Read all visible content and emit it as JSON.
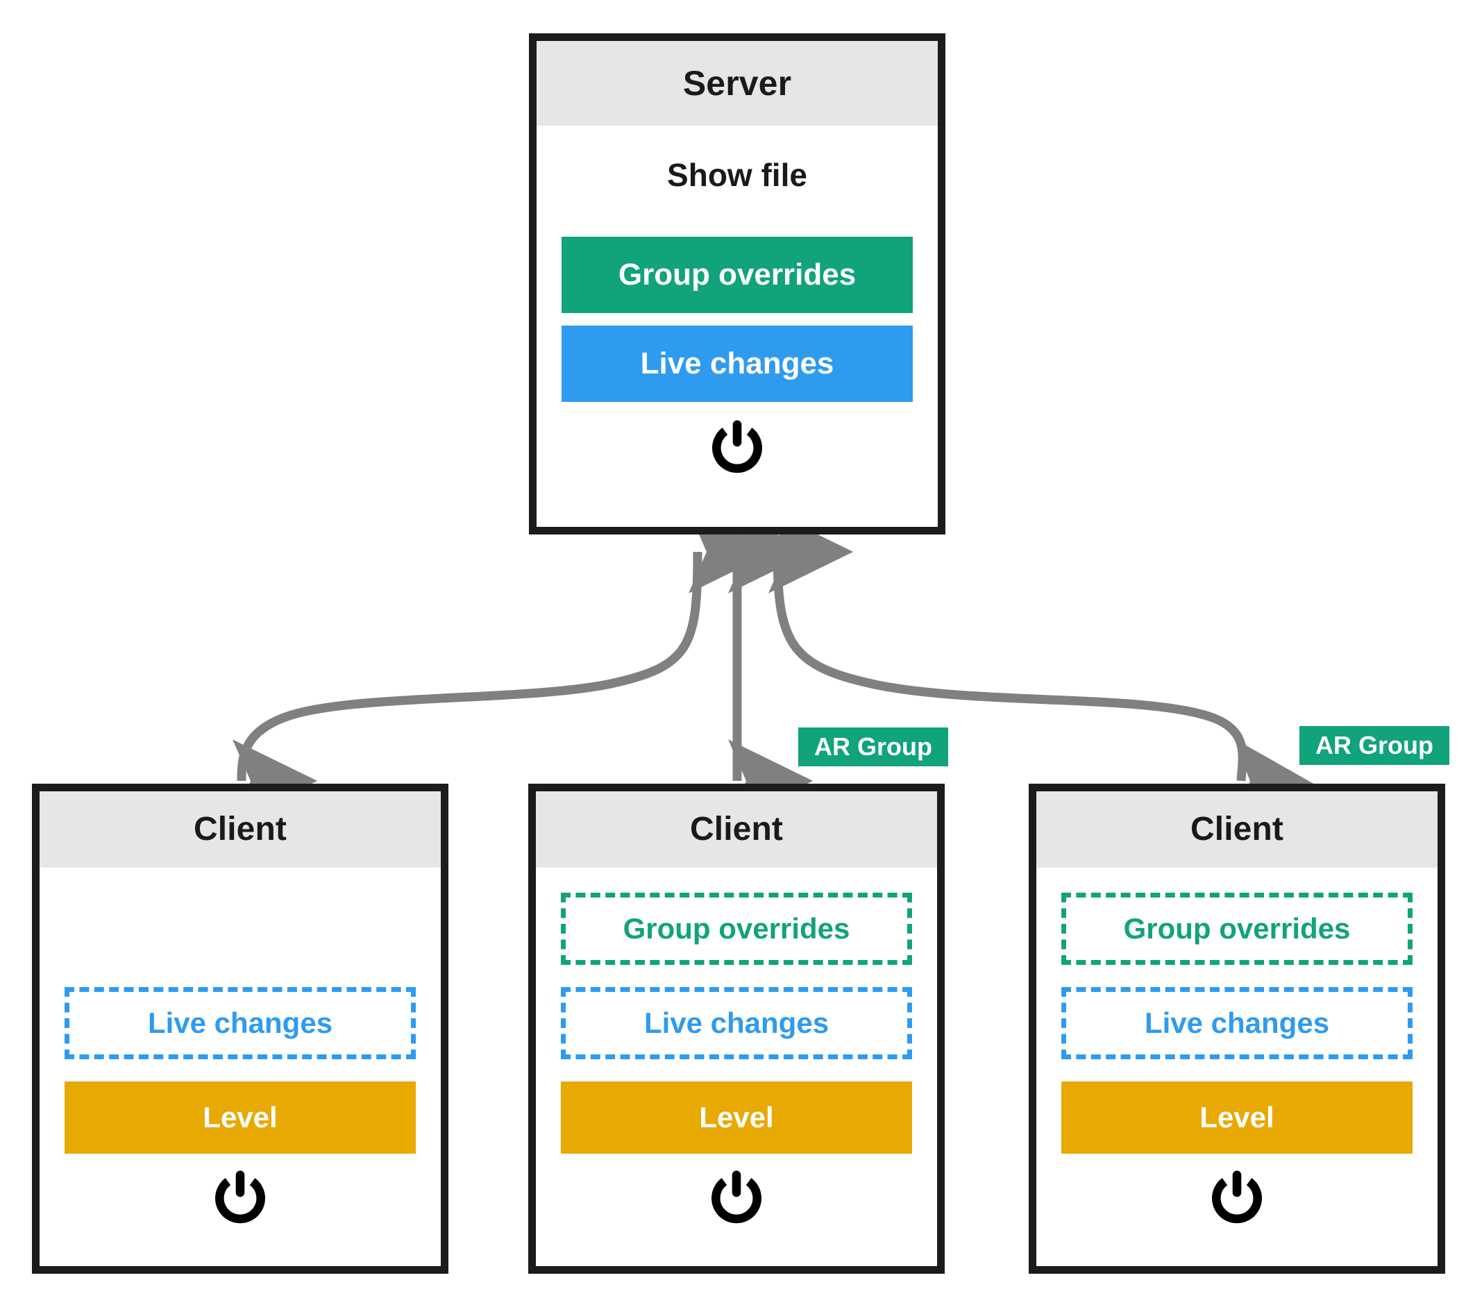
{
  "diagram": {
    "title": "Server-Client configuration layering diagram",
    "colors": {
      "green": "#11a37b",
      "blue": "#2e9bef",
      "orange": "#e8a902",
      "header_gray": "#e6e6e6",
      "border_black": "#1c1c1c",
      "edge_gray": "#808080"
    }
  },
  "server": {
    "header": "Server",
    "label": "Show file",
    "bars": [
      {
        "label": "Group overrides",
        "style": "solid-green"
      },
      {
        "label": "Live changes",
        "style": "solid-blue"
      }
    ],
    "power_icon": "power-icon"
  },
  "clients": [
    {
      "header": "Client",
      "bars": [
        {
          "label": "Live changes",
          "style": "dashed-blue"
        },
        {
          "label": "Level",
          "style": "solid-orange"
        }
      ],
      "power_icon": "power-icon",
      "badge": null
    },
    {
      "header": "Client",
      "bars": [
        {
          "label": "Group overrides",
          "style": "dashed-green"
        },
        {
          "label": "Live changes",
          "style": "dashed-blue"
        },
        {
          "label": "Level",
          "style": "solid-orange"
        }
      ],
      "power_icon": "power-icon",
      "badge": "AR Group"
    },
    {
      "header": "Client",
      "bars": [
        {
          "label": "Group overrides",
          "style": "dashed-green"
        },
        {
          "label": "Live changes",
          "style": "dashed-blue"
        },
        {
          "label": "Level",
          "style": "solid-orange"
        }
      ],
      "power_icon": "power-icon",
      "badge": "AR Group"
    }
  ],
  "badges": [
    {
      "label": "AR Group"
    },
    {
      "label": "AR Group"
    }
  ],
  "edges": [
    {
      "from": "server",
      "to": "client-1",
      "bidirectional": true
    },
    {
      "from": "server",
      "to": "client-2",
      "bidirectional": true
    },
    {
      "from": "server",
      "to": "client-3",
      "bidirectional": true
    }
  ]
}
